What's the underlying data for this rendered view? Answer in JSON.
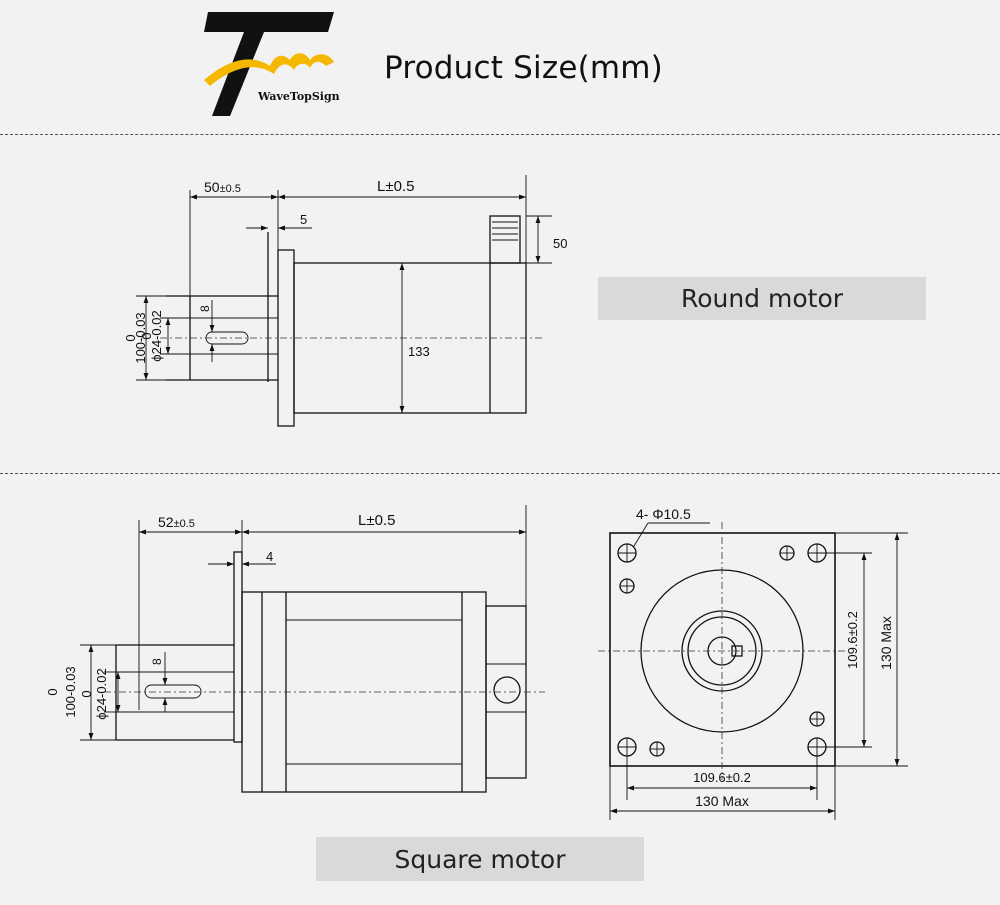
{
  "header": {
    "brand": "WaveTopSign",
    "title": "Product Size(mm)",
    "colors": {
      "logo_dark": "#111111",
      "logo_accent": "#f5b800"
    }
  },
  "round_motor": {
    "label": "Round motor",
    "dims": {
      "front_shaft_length": "50",
      "front_shaft_tol": "±0.5",
      "body_length": "L±0.5",
      "flange_thickness": "5",
      "connector_height": "50",
      "body_diameter": "133",
      "key_width": "8",
      "pilot_zero": "0",
      "pilot_diameter": "100-0.03",
      "shaft_zero": "0",
      "shaft_diameter": "ϕ24-0.02"
    }
  },
  "square_motor": {
    "label": "Square motor",
    "dims": {
      "front_shaft_length": "52",
      "front_shaft_tol": "±0.5",
      "body_length": "L±0.5",
      "flange_thickness": "4",
      "key_width": "8",
      "pilot_zero": "0",
      "pilot_diameter": "100-0.03",
      "shaft_zero": "0",
      "shaft_diameter": "ϕ24-0.02"
    },
    "end_view": {
      "holes": "4- Φ10.5",
      "hole_spacing_v": "109.6±0.2",
      "size_v": "130 Max",
      "hole_spacing_h": "109.6±0.2",
      "size_h": "130 Max"
    }
  }
}
